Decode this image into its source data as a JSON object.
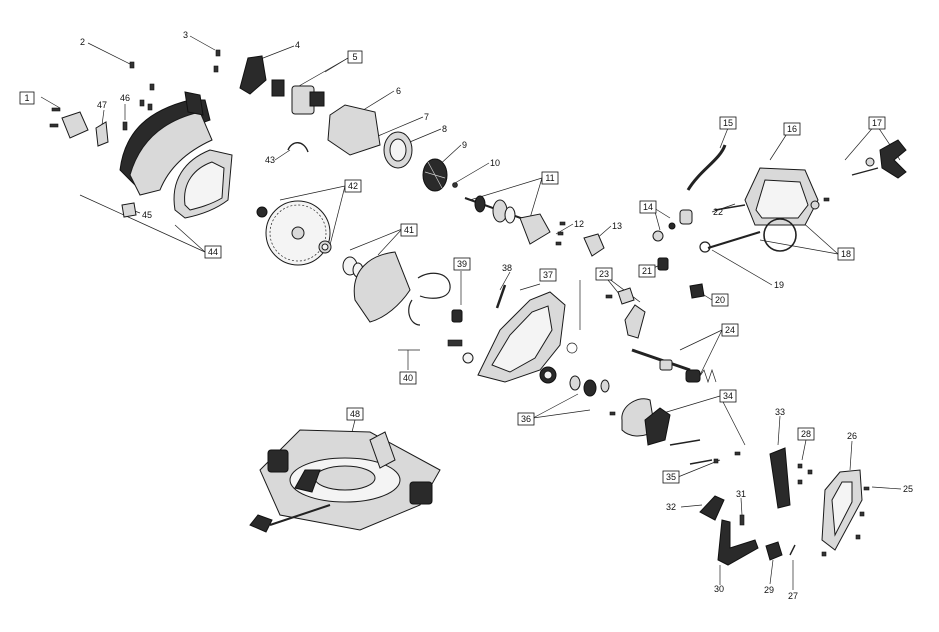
{
  "labels": {
    "p1": "1",
    "p2": "2",
    "p3": "3",
    "p4": "4",
    "p5": "5",
    "p6": "6",
    "p7": "7",
    "p8": "8",
    "p9": "9",
    "p10": "10",
    "p11": "11",
    "p12": "12",
    "p13": "13",
    "p14": "14",
    "p15": "15",
    "p16": "16",
    "p17": "17",
    "p18": "18",
    "p19": "19",
    "p20": "20",
    "p21": "21",
    "p22": "22",
    "p23": "23",
    "p24": "24",
    "p25": "25",
    "p26": "26",
    "p27": "27",
    "p28": "28",
    "p29": "29",
    "p30": "30",
    "p31": "31",
    "p32": "32",
    "p33": "33",
    "p34": "34",
    "p35": "35",
    "p36": "36",
    "p37": "37",
    "p38": "38",
    "p39": "39",
    "p40": "40",
    "p41": "41",
    "p42": "42",
    "p43": "43",
    "p44": "44",
    "p45": "45",
    "p46": "46",
    "p47": "47",
    "p48": "48"
  }
}
